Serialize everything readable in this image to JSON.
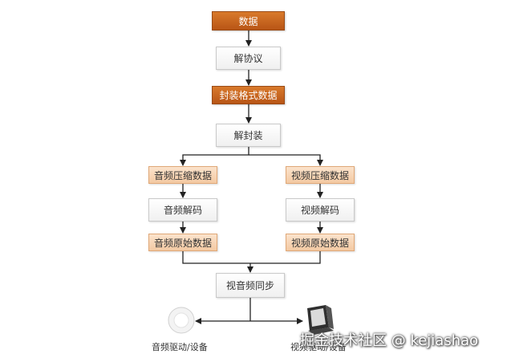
{
  "nodes": {
    "data": "数据",
    "deprotocol": "解协议",
    "container_data": "封装格式数据",
    "demux": "解封装",
    "audio_compressed": "音频压缩数据",
    "video_compressed": "视频压缩数据",
    "audio_decode": "音频解码",
    "video_decode": "视频解码",
    "audio_raw": "音频原始数据",
    "video_raw": "视频原始数据",
    "av_sync": "视音频同步"
  },
  "outputs": {
    "audio_device": "音频驱动/设备",
    "video_device": "视频驱动/设备"
  },
  "watermark": "掘金技术社区 @ kejiashao",
  "colors": {
    "dark_node": "#c9621f",
    "light_node": "#f7d3b2",
    "white_node": "#f5f5f5",
    "line": "#222222"
  }
}
